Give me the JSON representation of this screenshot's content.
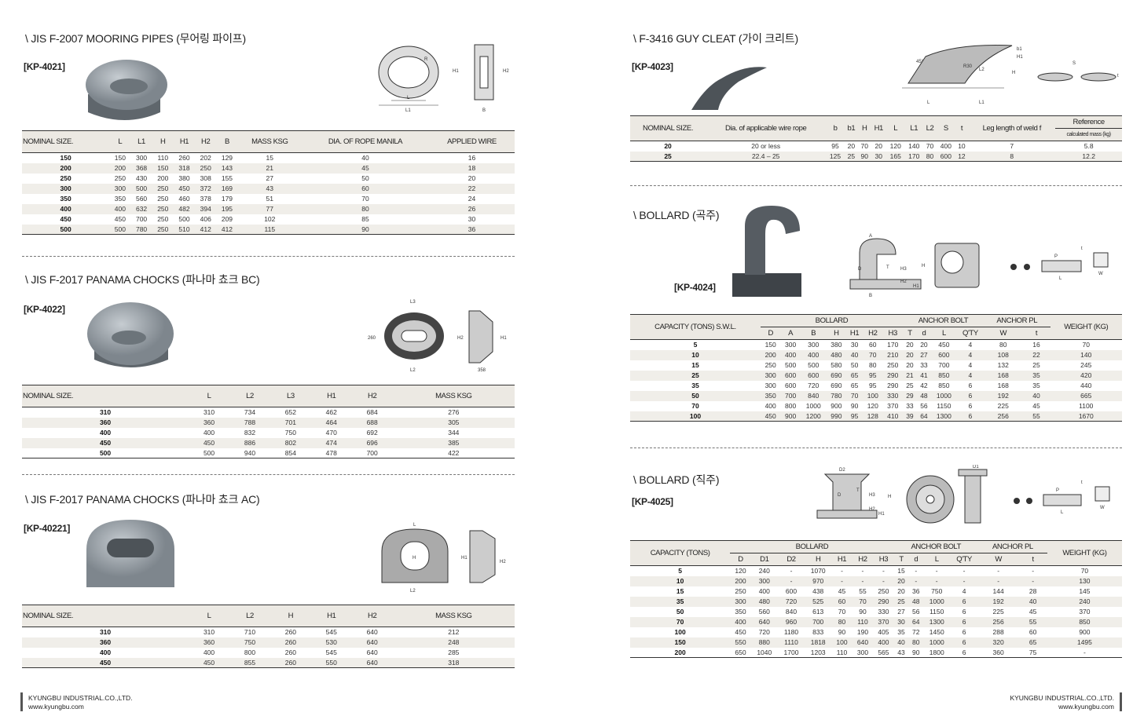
{
  "left": {
    "s1": {
      "title": "\\ JIS F-2007 MOORING PIPES (무어링 파이프)",
      "code": "[KP-4021]",
      "diagram_labels": [
        "L",
        "L1",
        "H1",
        "H2",
        "B",
        "R"
      ],
      "headers": [
        "NOMINAL SIZE.",
        "L",
        "L1",
        "H",
        "H1",
        "H2",
        "B",
        "MASS KSG",
        "DIA. OF ROPE MANILA",
        "APPLIED WIRE"
      ],
      "rows": [
        [
          "150",
          "150",
          "300",
          "110",
          "260",
          "202",
          "129",
          "15",
          "40",
          "16"
        ],
        [
          "200",
          "200",
          "368",
          "150",
          "318",
          "250",
          "143",
          "21",
          "45",
          "18"
        ],
        [
          "250",
          "250",
          "430",
          "200",
          "380",
          "308",
          "155",
          "27",
          "50",
          "20"
        ],
        [
          "300",
          "300",
          "500",
          "250",
          "450",
          "372",
          "169",
          "43",
          "60",
          "22"
        ],
        [
          "350",
          "350",
          "560",
          "250",
          "460",
          "378",
          "179",
          "51",
          "70",
          "24"
        ],
        [
          "400",
          "400",
          "632",
          "250",
          "482",
          "394",
          "195",
          "77",
          "80",
          "26"
        ],
        [
          "450",
          "450",
          "700",
          "250",
          "500",
          "406",
          "209",
          "102",
          "85",
          "30"
        ],
        [
          "500",
          "500",
          "780",
          "250",
          "510",
          "412",
          "412",
          "115",
          "90",
          "36"
        ]
      ]
    },
    "s2": {
      "title": "\\ JIS F-2017 PANAMA CHOCKS (파나마 쵸크 BC)",
      "code": "[KP-4022]",
      "diagram_labels": [
        "L3",
        "L2",
        "260",
        "H2",
        "H1",
        "358"
      ],
      "headers": [
        "NOMINAL SIZE.",
        "L",
        "L2",
        "L3",
        "H1",
        "H2",
        "MASS  KSG"
      ],
      "rows": [
        [
          "310",
          "310",
          "734",
          "652",
          "462",
          "684",
          "276"
        ],
        [
          "360",
          "360",
          "788",
          "701",
          "464",
          "688",
          "305"
        ],
        [
          "400",
          "400",
          "832",
          "750",
          "470",
          "692",
          "344"
        ],
        [
          "450",
          "450",
          "886",
          "802",
          "474",
          "696",
          "385"
        ],
        [
          "500",
          "500",
          "940",
          "854",
          "478",
          "700",
          "422"
        ]
      ]
    },
    "s3": {
      "title": "\\ JIS F-2017 PANAMA CHOCKS (파나마 쵸크 AC)",
      "code": "[KP-40221]",
      "diagram_labels": [
        "L",
        "H",
        "L2",
        "H1",
        "H2"
      ],
      "headers": [
        "NOMINAL SIZE.",
        "L",
        "L2",
        "H",
        "H1",
        "H2",
        "MASS  KSG"
      ],
      "rows": [
        [
          "310",
          "310",
          "710",
          "260",
          "545",
          "640",
          "212"
        ],
        [
          "360",
          "360",
          "750",
          "260",
          "530",
          "640",
          "248"
        ],
        [
          "400",
          "400",
          "800",
          "260",
          "545",
          "640",
          "285"
        ],
        [
          "450",
          "450",
          "855",
          "260",
          "550",
          "640",
          "318"
        ]
      ]
    }
  },
  "right": {
    "s1": {
      "title": "\\ F-3416 GUY CLEAT (가이 크리트)",
      "code": "[KP-4023]",
      "diagram_labels": [
        "b1",
        "H1",
        "45°",
        "R30",
        "L2",
        "H",
        "L",
        "L1",
        "S",
        "t"
      ],
      "headers": [
        "NOMINAL SIZE.",
        "Dia. of applicable wire rope",
        "b",
        "b1",
        "H",
        "H1",
        "L",
        "L1",
        "L2",
        "S",
        "t",
        "Leg length of weld f",
        "Reference",
        "calculated mass (kg)"
      ],
      "rows": [
        [
          "20",
          "20 or less",
          "95",
          "20",
          "70",
          "20",
          "120",
          "140",
          "70",
          "400",
          "10",
          "7",
          "5.8"
        ],
        [
          "25",
          "22.4 – 25",
          "125",
          "25",
          "90",
          "30",
          "165",
          "170",
          "80",
          "600",
          "12",
          "8",
          "12.2"
        ]
      ]
    },
    "s2": {
      "title": "\\ BOLLARD (곡주)",
      "code": "[KP-4024]",
      "diagram_labels": [
        "A",
        "D",
        "T",
        "H3",
        "H",
        "H2",
        "H1",
        "B",
        "P",
        "t",
        "L",
        "W"
      ],
      "headers": [
        "CAPACITY (TONS) S.W.L.",
        "BOLLARD",
        "ANCHOR BOLT",
        "ANCHOR PL",
        "WEIGHT (KG)",
        "D",
        "A",
        "B",
        "H",
        "H1",
        "H2",
        "H3",
        "T",
        "d",
        "L",
        "Q'TY",
        "W",
        "t"
      ],
      "rows": [
        [
          "5",
          "150",
          "300",
          "300",
          "380",
          "30",
          "60",
          "170",
          "20",
          "20",
          "450",
          "4",
          "80",
          "16",
          "70"
        ],
        [
          "10",
          "200",
          "400",
          "400",
          "480",
          "40",
          "70",
          "210",
          "20",
          "27",
          "600",
          "4",
          "108",
          "22",
          "140"
        ],
        [
          "15",
          "250",
          "500",
          "500",
          "580",
          "50",
          "80",
          "250",
          "20",
          "33",
          "700",
          "4",
          "132",
          "25",
          "245"
        ],
        [
          "25",
          "300",
          "600",
          "600",
          "690",
          "65",
          "95",
          "290",
          "21",
          "41",
          "850",
          "4",
          "168",
          "35",
          "420"
        ],
        [
          "35",
          "300",
          "600",
          "720",
          "690",
          "65",
          "95",
          "290",
          "25",
          "42",
          "850",
          "6",
          "168",
          "35",
          "440"
        ],
        [
          "50",
          "350",
          "700",
          "840",
          "780",
          "70",
          "100",
          "330",
          "29",
          "48",
          "1000",
          "6",
          "192",
          "40",
          "665"
        ],
        [
          "70",
          "400",
          "800",
          "1000",
          "900",
          "90",
          "120",
          "370",
          "33",
          "56",
          "1150",
          "6",
          "225",
          "45",
          "1100"
        ],
        [
          "100",
          "450",
          "900",
          "1200",
          "990",
          "95",
          "128",
          "410",
          "39",
          "64",
          "1300",
          "6",
          "256",
          "55",
          "1670"
        ]
      ]
    },
    "s3": {
      "title": "\\ BOLLARD (직주)",
      "code": "[KP-4025]",
      "diagram_labels": [
        "D2",
        "D",
        "T",
        "H3",
        "H",
        "H2",
        "H1",
        "D1",
        "P",
        "t",
        "L",
        "W"
      ],
      "headers": [
        "CAPACITY (TONS)",
        "BOLLARD",
        "ANCHOR BOLT",
        "ANCHOR PL",
        "WEIGHT (KG)",
        "D",
        "D1",
        "D2",
        "H",
        "H1",
        "H2",
        "H3",
        "T",
        "d",
        "L",
        "Q'TY",
        "W",
        "t"
      ],
      "rows": [
        [
          "5",
          "120",
          "240",
          "-",
          "1070",
          "-",
          "-",
          "-",
          "15",
          "-",
          "-",
          "-",
          "-",
          "-",
          "70"
        ],
        [
          "10",
          "200",
          "300",
          "-",
          "970",
          "-",
          "-",
          "-",
          "20",
          "-",
          "-",
          "-",
          "-",
          "-",
          "130"
        ],
        [
          "15",
          "250",
          "400",
          "600",
          "438",
          "45",
          "55",
          "250",
          "20",
          "36",
          "750",
          "4",
          "144",
          "28",
          "145"
        ],
        [
          "35",
          "300",
          "480",
          "720",
          "525",
          "60",
          "70",
          "290",
          "25",
          "48",
          "1000",
          "6",
          "192",
          "40",
          "240"
        ],
        [
          "50",
          "350",
          "560",
          "840",
          "613",
          "70",
          "90",
          "330",
          "27",
          "56",
          "1150",
          "6",
          "225",
          "45",
          "370"
        ],
        [
          "70",
          "400",
          "640",
          "960",
          "700",
          "80",
          "110",
          "370",
          "30",
          "64",
          "1300",
          "6",
          "256",
          "55",
          "850"
        ],
        [
          "100",
          "450",
          "720",
          "1180",
          "833",
          "90",
          "190",
          "405",
          "35",
          "72",
          "1450",
          "6",
          "288",
          "60",
          "900"
        ],
        [
          "150",
          "550",
          "880",
          "1110",
          "1818",
          "100",
          "640",
          "400",
          "40",
          "80",
          "1000",
          "6",
          "320",
          "65",
          "1495"
        ],
        [
          "200",
          "650",
          "1040",
          "1700",
          "1203",
          "110",
          "300",
          "565",
          "43",
          "90",
          "1800",
          "6",
          "360",
          "75",
          "-"
        ]
      ]
    }
  },
  "footer": {
    "company": "KYUNGBU INDUSTRIAL.CO.,LTD.",
    "url": "www.kyungbu.com"
  },
  "colors": {
    "header_bg": "#ece9e3",
    "row_alt": "#f0eee9",
    "product_gray": "#9aa1a8"
  }
}
